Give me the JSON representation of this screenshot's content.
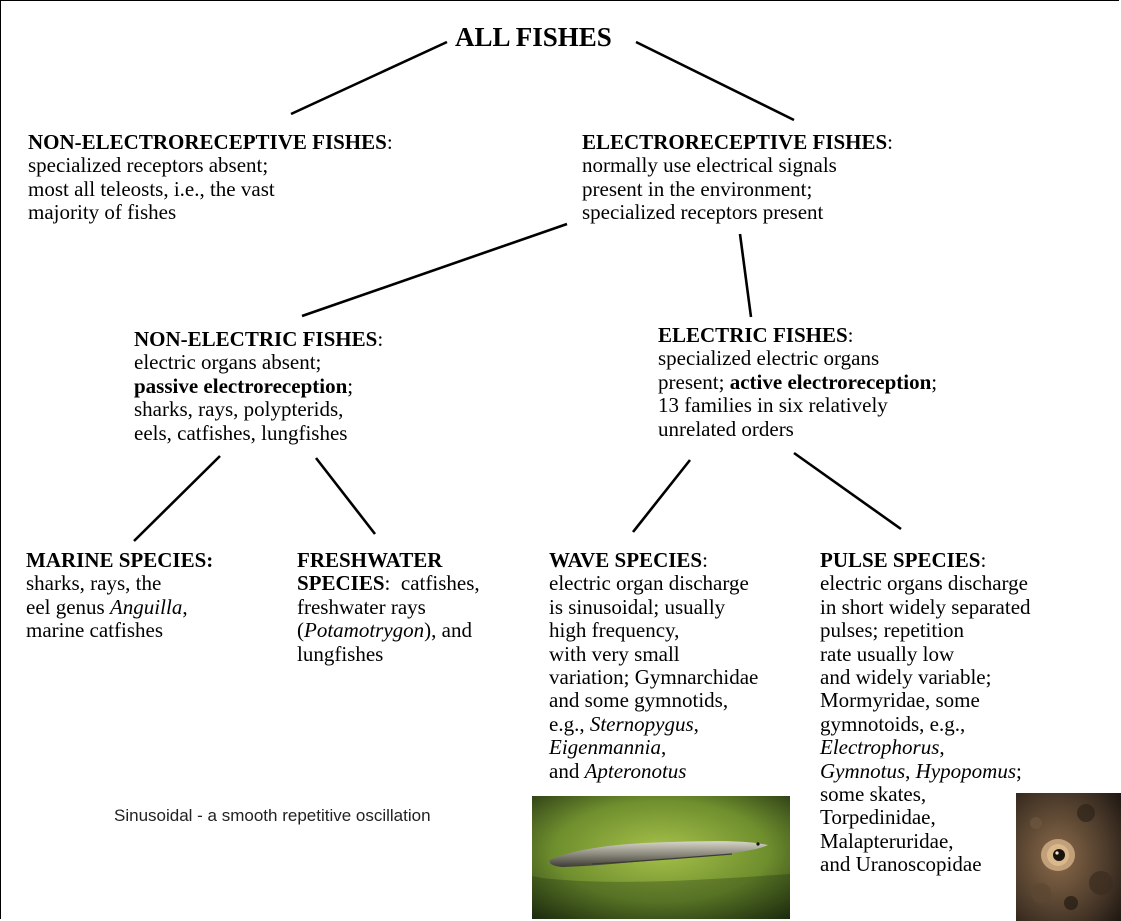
{
  "title": "ALL FISHES",
  "non_electroreceptive": {
    "heading": "NON-ELECTRORECEPTIVE FISHES",
    "lines": [
      "specialized receptors absent;",
      "most all teleosts, i.e., the vast",
      "majority of fishes"
    ]
  },
  "electroreceptive": {
    "heading": "ELECTRORECEPTIVE FISHES",
    "lines": [
      "normally use electrical signals",
      "present in the environment;",
      "specialized receptors present"
    ]
  },
  "non_electric": {
    "heading": "NON-ELECTRIC FISHES",
    "line1": "electric organs absent;",
    "bold": "passive electroreception",
    "lines_after": [
      "sharks, rays, polypterids,",
      "eels, catfishes, lungfishes"
    ]
  },
  "electric": {
    "heading": "ELECTRIC FISHES",
    "line1": "specialized electric organs",
    "line2_prefix": "present; ",
    "line2_bold": "active electroreception",
    "lines_after": [
      "13 families in six relatively",
      "unrelated orders"
    ]
  },
  "marine": {
    "heading": "MARINE SPECIES:",
    "line1": "sharks, rays, the",
    "line2_prefix": "eel genus ",
    "line2_italic": "Anguilla",
    "line3": "marine catfishes"
  },
  "freshwater": {
    "heading1": "FRESHWATER",
    "heading2": "SPECIES",
    "line1_rest": "  catfishes,",
    "line2": "freshwater rays",
    "line3_italic": "Potamotrygon",
    "line3_rest": "), and",
    "line4": "lungfishes"
  },
  "wave": {
    "heading": "WAVE SPECIES",
    "lines": [
      "electric organ discharge",
      "is sinusoidal; usually",
      "high frequency,",
      "with very small",
      "variation; Gymnarchidae",
      "and some gymnotids,"
    ],
    "line7_prefix": "e.g., ",
    "line7_italic": "Sternopygus",
    "line8_italic": "Eigenmannia",
    "line9_prefix": "and ",
    "line9_italic": "Apteronotus"
  },
  "pulse": {
    "heading": "PULSE SPECIES",
    "lines": [
      "electric organs discharge",
      "in short widely separated",
      "pulses; repetition",
      "rate usually low",
      "and widely variable;",
      "Mormyridae, some",
      "gymnotoids, e.g.,"
    ],
    "italic1": "Electrophorus",
    "italic2": "Gymnotus",
    "italic3": "Hypopomus",
    "lines_end": [
      "some skates,",
      "Torpedinidae,",
      "Malapteruridae,",
      "and Uranoscopidae"
    ]
  },
  "caption": "Sinusoidal - a smooth repetitive oscillation",
  "colors": {
    "text": "#000000",
    "line": "#000000",
    "photo_green": "#7fa43a",
    "photo_dark": "#1d2a10"
  }
}
